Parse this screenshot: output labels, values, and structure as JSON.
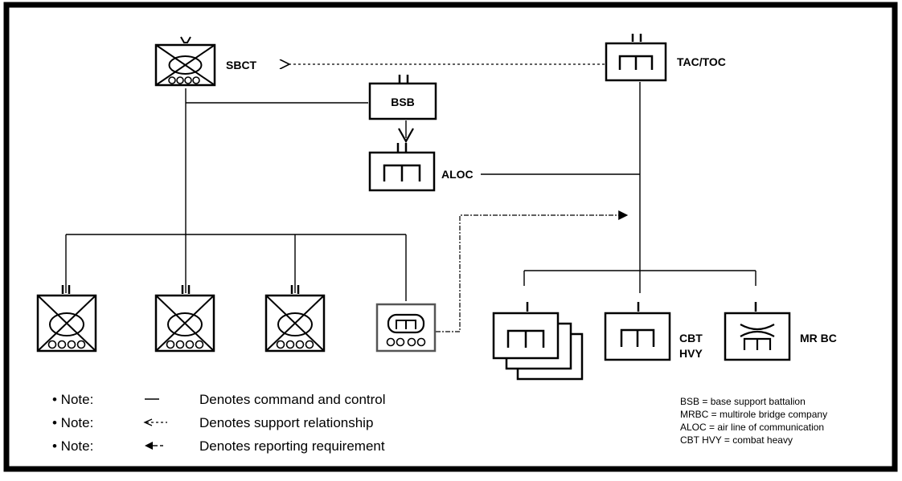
{
  "units": {
    "sbct": "SBCT",
    "tac_toc": "TAC/TOC",
    "bsb": "BSB",
    "aloc": "ALOC",
    "cbt_hvy_line1": "CBT",
    "cbt_hvy_line2": "HVY",
    "mrbc": "MR BC"
  },
  "notes": [
    {
      "prefix": "• Note:",
      "symbol": "—",
      "text": "Denotes command and control"
    },
    {
      "prefix": "• Note:",
      "symbol": "<---",
      "text": "Denotes support relationship"
    },
    {
      "prefix": "• Note:",
      "symbol": "←-",
      "text": "Denotes reporting requirement"
    }
  ],
  "abbreviations": [
    "BSB = base support battalion",
    "MRBC = multirole bridge company",
    "ALOC = air line of communication",
    "CBT HVY = combat heavy"
  ]
}
